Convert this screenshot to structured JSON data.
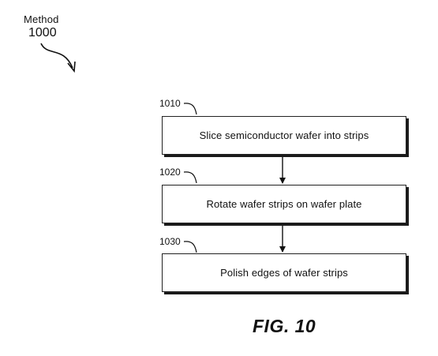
{
  "method": {
    "word": "Method",
    "number": "1000"
  },
  "steps": [
    {
      "ref": "1010",
      "label": "Slice semiconductor wafer into strips"
    },
    {
      "ref": "1020",
      "label": "Rotate wafer strips on wafer plate"
    },
    {
      "ref": "1030",
      "label": "Polish edges of wafer strips"
    }
  ],
  "figure_label": "FIG. 10"
}
